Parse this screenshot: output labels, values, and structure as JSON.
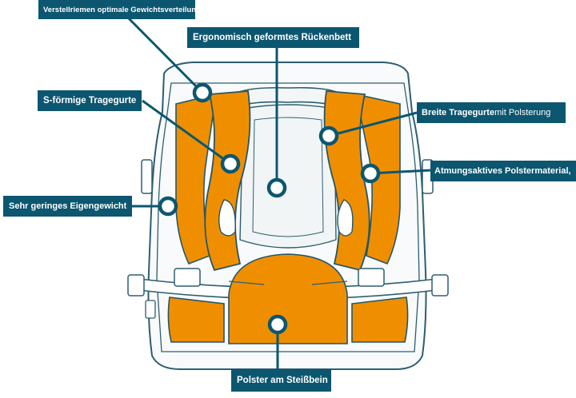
{
  "labels": {
    "straps_adjust": "Verstellriemen optimale Gewichtsverteilung",
    "back_bed": "Ergonomisch geformtes Rückenbett",
    "s_straps": "S-förmige Tragegurte",
    "wide_straps_bold": "Breite Tragegurte",
    "wide_straps_rest": " mit Polsterung",
    "breathable": "Atmungsaktives Polstermaterial,",
    "light_weight": "Sehr geringes Eigengewicht",
    "tailbone": "Polster am Steißbein"
  },
  "colors": {
    "label_bg": "#0c5670",
    "padding": "#ef8f00",
    "outline": "#24566a",
    "marker": "#0c5670"
  }
}
